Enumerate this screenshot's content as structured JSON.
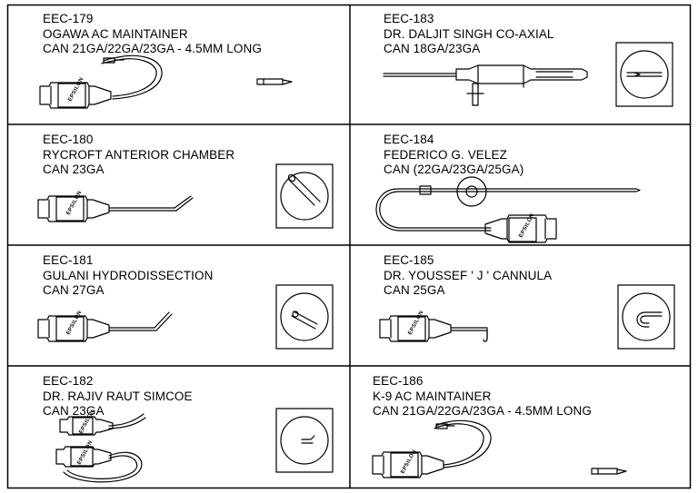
{
  "brand_mark": "EPSILON",
  "items": [
    {
      "code": "EEC-179",
      "name": "OGAWA AC MAINTAINER",
      "spec": "CAN 21GA/22GA/23GA - 4.5MM LONG"
    },
    {
      "code": "EEC-183",
      "name": "DR. DALJIT SINGH CO-AXIAL",
      "spec": "CAN 18GA/23GA"
    },
    {
      "code": "EEC-180",
      "name": "RYCROFT ANTERIOR CHAMBER",
      "spec": "CAN 23GA"
    },
    {
      "code": "EEC-184",
      "name": "FEDERICO G. VELEZ",
      "spec": "CAN (22GA/23GA/25GA)"
    },
    {
      "code": "EEC-181",
      "name": "GULANI HYDRODISSECTION",
      "spec": "CAN 27GA"
    },
    {
      "code": "EEC-185",
      "name": "DR. YOUSSEF ' J ' CANNULA",
      "spec": "CAN 25GA"
    },
    {
      "code": "EEC-182",
      "name": "DR. RAJIV RAUT SIMCOE",
      "spec": "CAN 23GA"
    },
    {
      "code": "EEC-186",
      "name": "K-9 AC MAINTAINER",
      "spec": "CAN 21GA/22GA/23GA - 4.5MM LONG"
    }
  ]
}
